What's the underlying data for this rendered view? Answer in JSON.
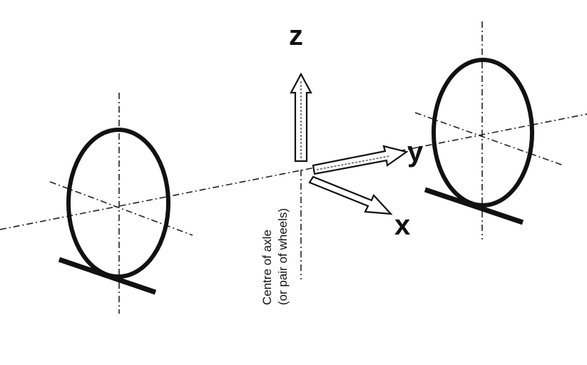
{
  "axes": {
    "z": "z",
    "y": "y",
    "x": "x"
  },
  "caption": {
    "line1": "Centre of axle",
    "line2": "(or pair of wheels)"
  },
  "colors": {
    "ink": "#111111",
    "background": "#ffffff"
  }
}
